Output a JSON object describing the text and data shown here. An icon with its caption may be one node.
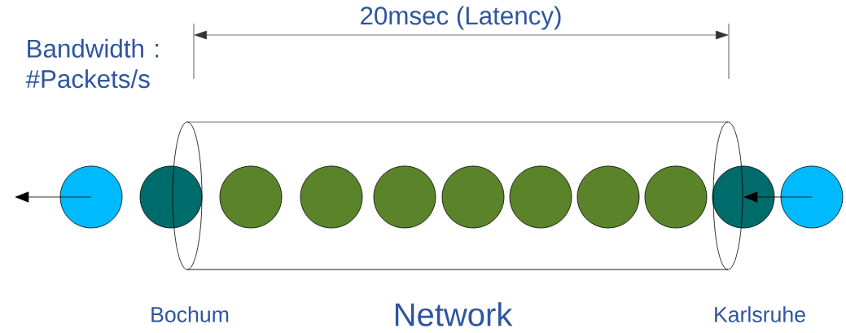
{
  "diagram": {
    "nodes": [
      {
        "text": [
          "Network"
        ]
      },
      {
        "text": [],
        "shape": "circle"
      },
      {
        "text": [],
        "shape": "circle"
      },
      {
        "text": [],
        "shape": "circle",
        "in": 0
      },
      {
        "text": [],
        "shape": "circle",
        "in": 0
      },
      {
        "text": [],
        "shape": "circle",
        "in": 0
      },
      {
        "text": [],
        "shape": "circle",
        "in": 0
      },
      {
        "text": [],
        "shape": "circle",
        "in": 0
      },
      {
        "text": [],
        "shape": "circle",
        "in": 0
      },
      {
        "text": [],
        "shape": "circle",
        "in": 0
      },
      {
        "text": [],
        "shape": "circle"
      },
      {
        "text": [],
        "shape": "circle"
      }
    ],
    "edges": [
      {
        "from": 1,
        "to": null,
        "arrow": "to"
      },
      {
        "from": 11,
        "to": 10,
        "arrow": "to"
      }
    ],
    "labels": [
      "20msec (Latency)",
      "Bandwidth : #Packets/s",
      "Bochum",
      "Karlsruhe"
    ]
  }
}
